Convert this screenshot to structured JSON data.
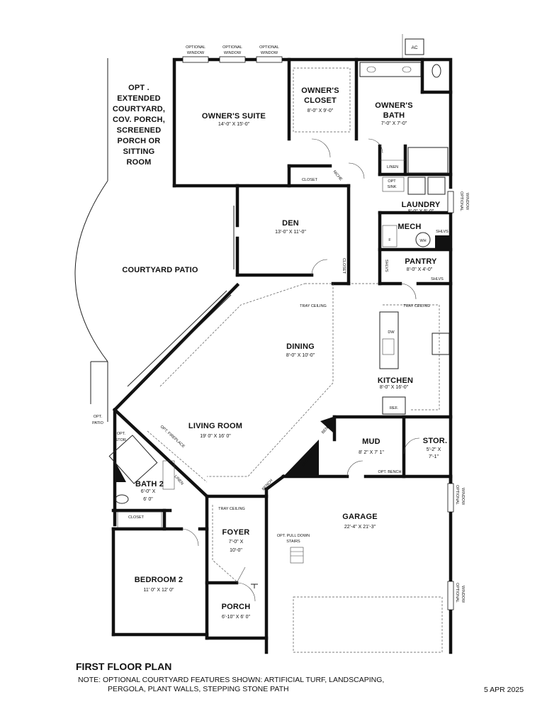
{
  "rooms": {
    "owners_suite": {
      "name": "OWNER'S SUITE",
      "dim": "14'-0\" X 15'-0\""
    },
    "owners_closet": {
      "name1": "OWNER'S",
      "name2": "CLOSET",
      "dim": "8'-0\" X 9'-0\""
    },
    "owners_bath": {
      "name1": "OWNER'S",
      "name2": "BATH",
      "dim": "7'-0\" X 7'-0\""
    },
    "den": {
      "name": "DEN",
      "dim": "13'-0\" X 11'-0\""
    },
    "laundry": {
      "name": "LAUNDRY",
      "dim": "8'-0\" X 5'-0\""
    },
    "mech": {
      "name": "MECH"
    },
    "pantry": {
      "name": "PANTRY",
      "dim": "8'-0\" X 4'-0\""
    },
    "dining": {
      "name": "DINING",
      "dim": "8'-0\" X 10'-0\""
    },
    "kitchen": {
      "name": "KITCHEN",
      "dim": "8'-0\" X 16'-0\""
    },
    "living": {
      "name": "LIVING ROOM",
      "dim": "19' 0\" X 16' 0\""
    },
    "mud": {
      "name": "MUD",
      "dim": "8' 2\" X 7' 1\""
    },
    "stor": {
      "name": "STOR.",
      "dim1": "5'-2\" X",
      "dim2": "7'-1\""
    },
    "bath2": {
      "name": "BATH 2",
      "dim1": "6'-0\" X",
      "dim2": "6' 0\""
    },
    "foyer": {
      "name": "FOYER",
      "dim1": "7'-0\" X",
      "dim2": "10'-0\""
    },
    "garage": {
      "name": "GARAGE",
      "dim": "22'-4\" X 21'-3\""
    },
    "bedroom2": {
      "name": "BEDROOM 2",
      "dim": "11' 0\" X 12' 0\""
    },
    "porch": {
      "name": "PORCH",
      "dim": "6'-10\" X 6' 0\""
    },
    "courtyard": {
      "name": "COURTYARD PATIO"
    }
  },
  "opt_courtyard": [
    "OPT .",
    "EXTENDED",
    "COURTYARD,",
    "COV. PORCH,",
    "SCREENED",
    "PORCH OR",
    "SITTING",
    "ROOM"
  ],
  "labels": {
    "ac": "AC",
    "optional": "OPTIONAL",
    "window": "WINDOW",
    "closet": "CLOSET",
    "linen": "LINEN",
    "niche": "NICHE",
    "opt_sink1": "OPT",
    "opt_sink2": "SINK",
    "shlvs": "SHLVS",
    "tray_ceiling": "TRAY CEILING",
    "dw": "DW",
    "ref": "REF.",
    "f": "F",
    "wh": "WH",
    "opt_patio1": "OPT.",
    "opt_patio2": "PATIO",
    "opt_stor1": "OPT.",
    "opt_stor2": "STOR.",
    "opt_fireplace": "OPT. FIREPLACE",
    "opt_bench": "OPT. BENCH",
    "pull_down1": "OPT. PULL DOWN",
    "pull_down2": "STAIRS",
    "bench": "BENCH"
  },
  "footer": {
    "title": "FIRST FLOOR PLAN",
    "note1": "NOTE: OPTIONAL COURTYARD FEATURES SHOWN: ARTIFICIAL TURF, LANDSCAPING,",
    "note2": "PERGOLA, PLANT WALLS, STEPPING STONE PATH",
    "date": "5 APR 2025"
  }
}
